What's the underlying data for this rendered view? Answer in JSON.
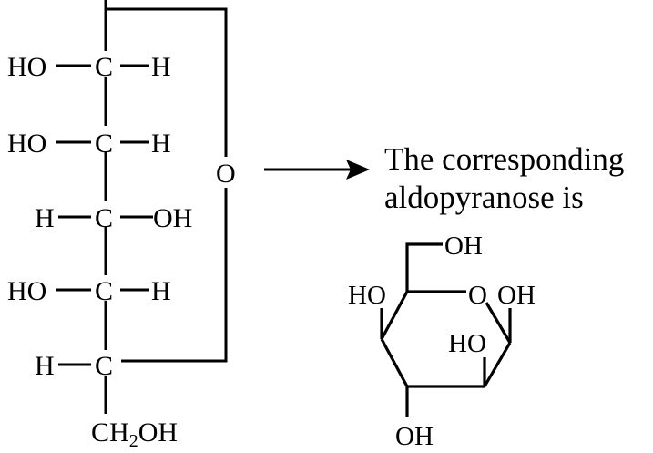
{
  "fischer": {
    "c2": {
      "left": "HO",
      "center": "C",
      "right": "H"
    },
    "c3": {
      "left": "HO",
      "center": "C",
      "right": "H"
    },
    "c4": {
      "left": "H",
      "center": "C",
      "right": "OH"
    },
    "c5": {
      "left": "HO",
      "center": "C",
      "right": "H"
    },
    "c6": {
      "left": "H",
      "center": "C"
    },
    "ring_oxygen": "O",
    "bottom": {
      "main": "CH",
      "subscript": "2",
      "tail": "OH"
    }
  },
  "caption": {
    "line1": "The corresponding",
    "line2": "aldopyranose is"
  },
  "haworth": {
    "ch2oh": "OH",
    "ring_oxygen": "O",
    "anomeric_oh": "OH",
    "left_oh": "HO",
    "inner_oh": "HO",
    "bottom_oh": "OH"
  },
  "arrow": {
    "direction": "right"
  }
}
